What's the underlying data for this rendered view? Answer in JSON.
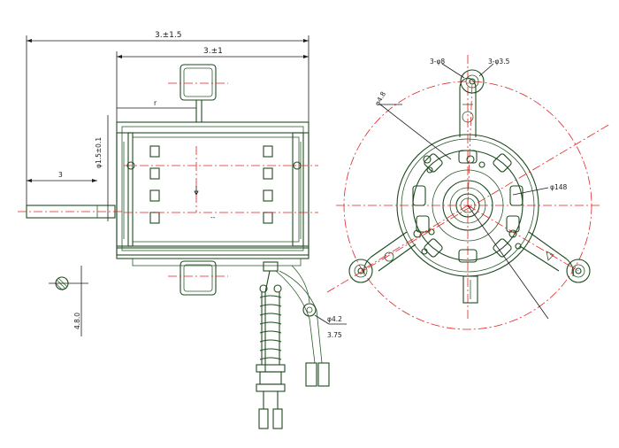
{
  "labels": {
    "overall_length": "3.±1.5",
    "body_length": "3.±1",
    "shaft_dia": "φ1.5±0.1",
    "shaft_ext": "3",
    "inner_depth": "r",
    "flat_dim": "4.8.0",
    "hole_a": "3-φ8",
    "hole_b": "3-φ3.5",
    "radius_label": "φ4.8",
    "pcd_label": "φ148",
    "lug_note": "φ4.2",
    "lug_note2": "3.75"
  },
  "colors": {
    "ink": "#1f4a1f",
    "centerline": "#e02424",
    "dimension": "#1a1a1a"
  }
}
